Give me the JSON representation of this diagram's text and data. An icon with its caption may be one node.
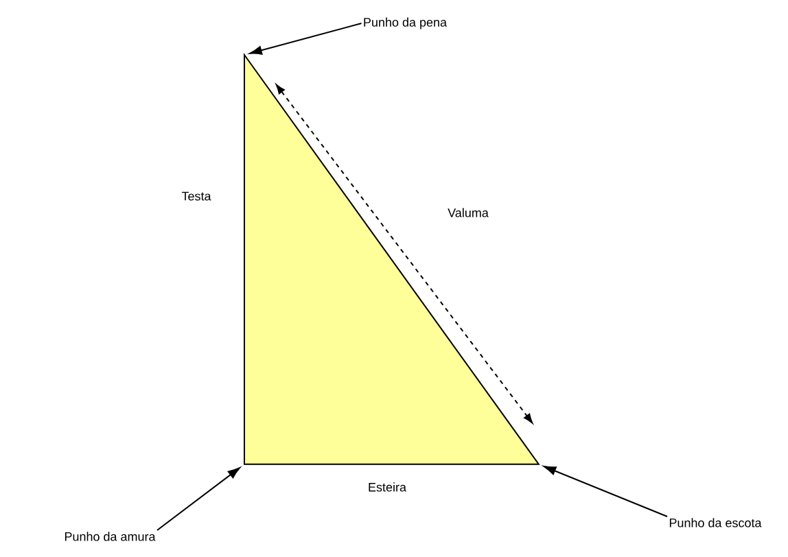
{
  "diagram": {
    "nodes": [
      {
        "text": [
          "Punho da pena"
        ]
      },
      {
        "text": [
          "Punho da amura"
        ]
      },
      {
        "text": [
          "Punho da escota"
        ]
      },
      {
        "text": [],
        "shape": "triangle"
      }
    ],
    "edges": [
      {
        "from": 0,
        "to": 3,
        "arrow": "to"
      },
      {
        "from": 1,
        "to": 3,
        "arrow": "to"
      },
      {
        "from": 2,
        "to": 3,
        "arrow": "to"
      }
    ],
    "labels": [
      "Testa",
      "Valuma",
      "Esteira"
    ]
  }
}
